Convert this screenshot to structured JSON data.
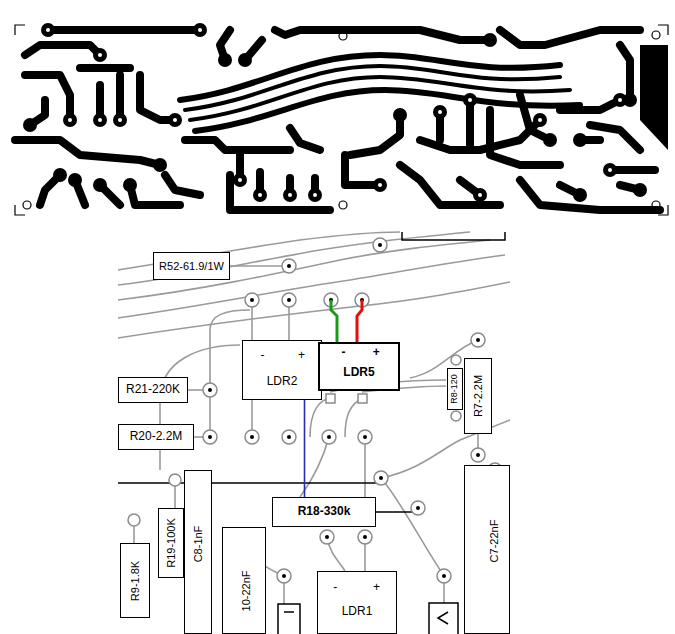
{
  "diagram": {
    "nodes": [
      {
        "text": [
          "R52-61.9/1W"
        ]
      },
      {
        "text": [
          "-",
          "+",
          "LDR2"
        ]
      },
      {
        "text": [
          "-",
          "+",
          "LDR5"
        ]
      },
      {
        "text": [
          "R7-2.2M"
        ]
      },
      {
        "text": [
          "R8-120"
        ]
      },
      {
        "text": [
          "R21-220K"
        ]
      },
      {
        "text": [
          "R20-2.2M"
        ]
      },
      {
        "text": [
          "C7-22nF"
        ]
      },
      {
        "text": [
          "C8-1nF"
        ]
      },
      {
        "text": [
          "R18-330k"
        ]
      },
      {
        "text": [
          "R19-100K"
        ]
      },
      {
        "text": [
          "10-22nF"
        ]
      },
      {
        "text": [
          "R9-1.8K"
        ]
      },
      {
        "text": [
          "-",
          "+",
          "LDR1"
        ]
      }
    ],
    "edges": [
      {
        "from": 1,
        "to": 9,
        "arrow": "none"
      }
    ]
  }
}
